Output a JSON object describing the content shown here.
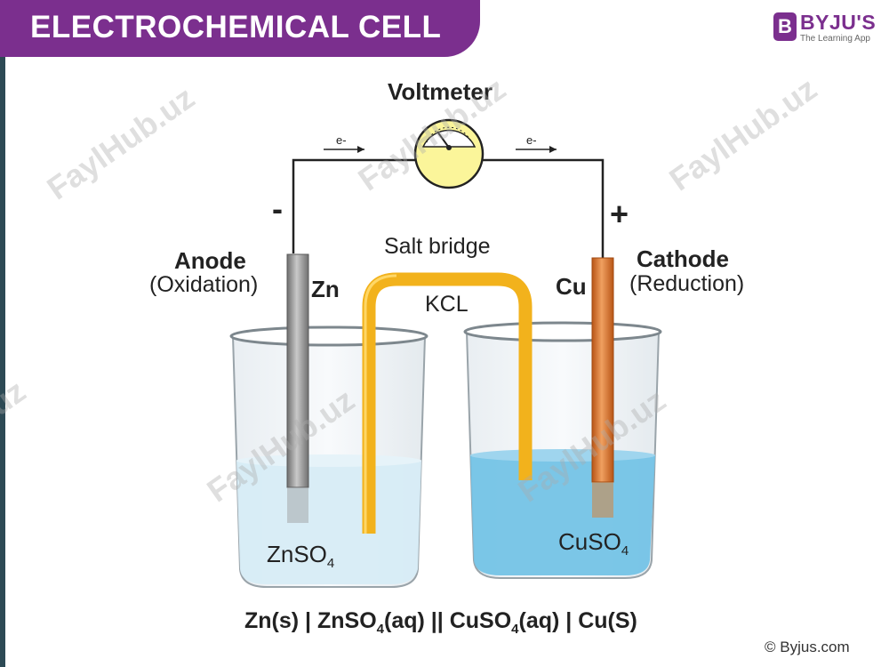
{
  "header": {
    "title": "ELECTROCHEMICAL CELL"
  },
  "logo": {
    "badge": "B",
    "name": "BYJU'S",
    "tagline": "The Learning App"
  },
  "labels": {
    "voltmeter": "Voltmeter",
    "electron_left": "e-",
    "electron_right": "e-",
    "minus": "-",
    "plus": "+",
    "anode": "Anode",
    "oxidation": "(Oxidation)",
    "zn": "Zn",
    "salt_bridge": "Salt bridge",
    "kcl": "KCL",
    "cu": "Cu",
    "cathode": "Cathode",
    "reduction": "(Reduction)"
  },
  "solutions": {
    "left": {
      "base": "ZnSO",
      "sub": "4"
    },
    "right": {
      "base": "CuSO",
      "sub": "4"
    }
  },
  "notation": {
    "p1": "Zn(s) | ZnSO",
    "s1": "4",
    "p2": "(aq) || CuSO",
    "s2": "4",
    "p3": "(aq) | Cu(S)"
  },
  "footer": {
    "copyright": "© Byjus.com"
  },
  "watermark": {
    "text": "FaylHub.uz"
  },
  "colors": {
    "brand": "#7b2f8e",
    "zinc_electrode": "#9a9a9a",
    "copper_electrode": "#e07b2c",
    "salt_bridge": "#f2b21c",
    "znso4_solution": "#d7ecf6",
    "cuso4_solution": "#74c3e6",
    "voltmeter_face": "#fbf59a"
  }
}
